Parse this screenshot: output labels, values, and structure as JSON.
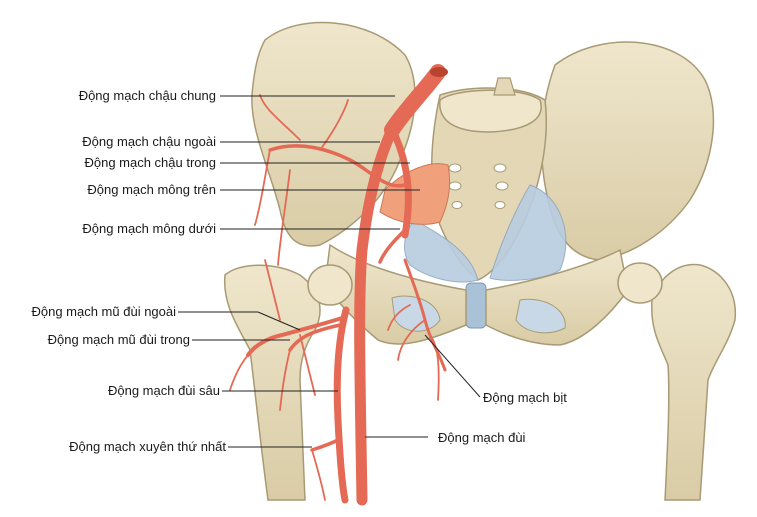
{
  "labels": {
    "common_iliac": "Động mạch chậu chung",
    "external_iliac": "Động mạch chậu ngoài",
    "internal_iliac": "Động mạch chậu trong",
    "superior_gluteal": "Động mạch mông trên",
    "inferior_gluteal": "Động mạch mông dưới",
    "lateral_circumflex": "Động mạch mũ đùi ngoài",
    "medial_circumflex": "Động mạch mũ đùi trong",
    "deep_femoral": "Động mạch đùi sâu",
    "first_perforating": "Động mạch xuyên thứ nhất",
    "obturator": "Động mạch bịt",
    "femoral": "Động mạch đùi"
  },
  "colors": {
    "bone": "#e9dfc2",
    "bone_shade": "#cdbf98",
    "bone_outline": "#a89a74",
    "artery": "#e46a55",
    "artery_dark": "#b8432f",
    "ligament": "#b8cde0",
    "muscle": "#f0a07a",
    "leader": "#222222"
  }
}
